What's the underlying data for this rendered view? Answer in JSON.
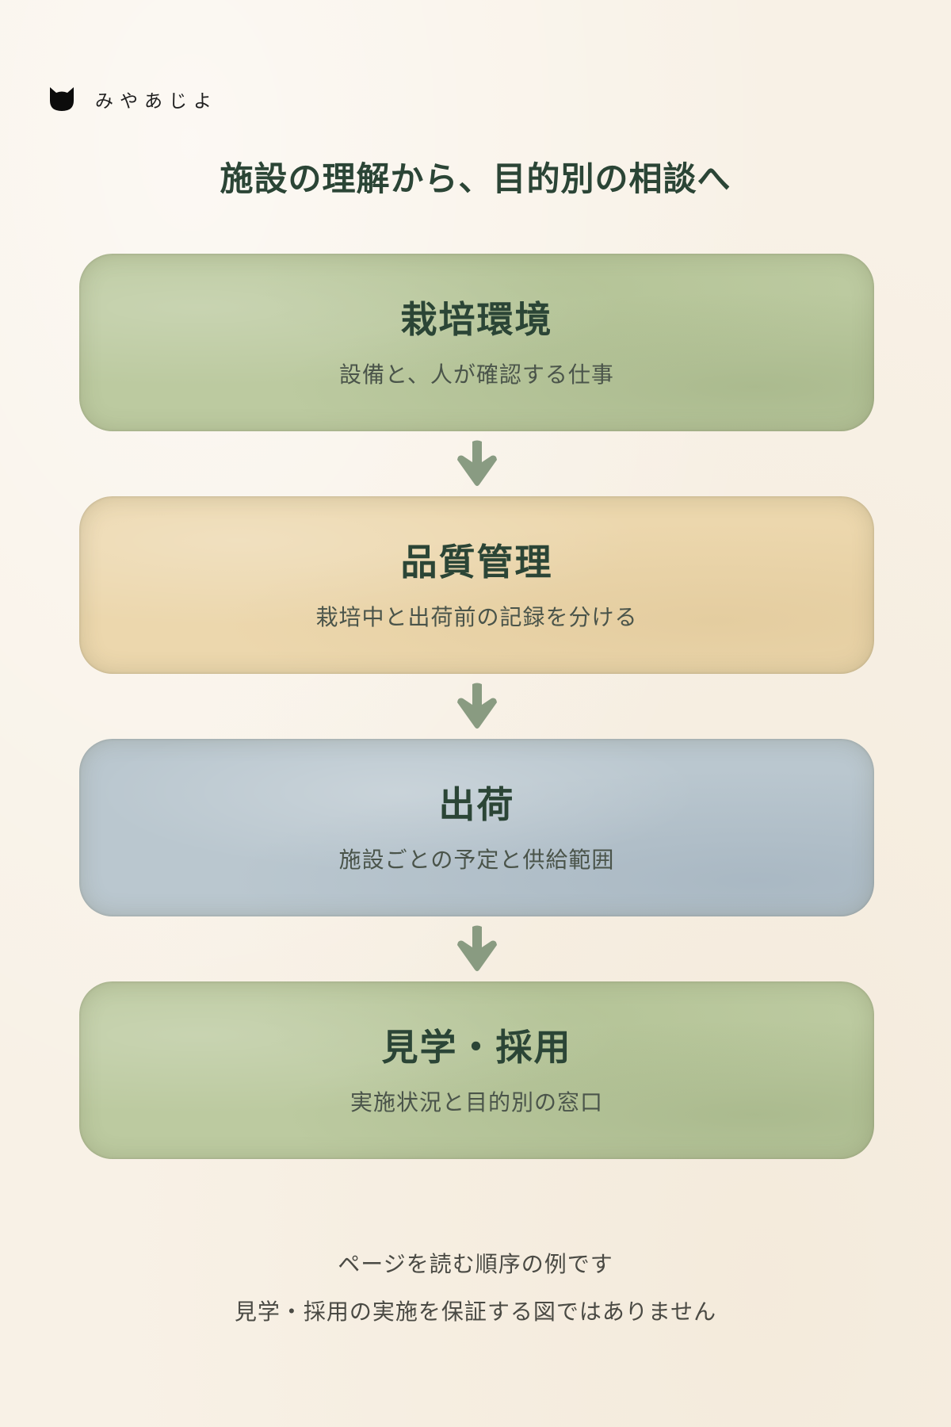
{
  "brand": {
    "icon": "cat-head-icon",
    "name": "みやあじよ"
  },
  "title": "施設の理解から、目的別の相談へ",
  "colors": {
    "title_text": "#2b4536",
    "arrow": "#7f9478",
    "stage_green": "#bccaa0",
    "stage_sand": "#ecd7ad",
    "stage_blue": "#bac7cf"
  },
  "stages": [
    {
      "title": "栽培環境",
      "subtitle": "設備と、人が確認する仕事"
    },
    {
      "title": "品質管理",
      "subtitle": "栽培中と出荷前の記録を分ける"
    },
    {
      "title": "出荷",
      "subtitle": "施設ごとの予定と供給範囲"
    },
    {
      "title": "見学・採用",
      "subtitle": "実施状況と目的別の窓口"
    }
  ],
  "arrows": [
    "arrow-down-icon",
    "arrow-down-icon",
    "arrow-down-icon"
  ],
  "footnotes": [
    "ページを読む順序の例です",
    "見学・採用の実施を保証する図ではありません"
  ]
}
